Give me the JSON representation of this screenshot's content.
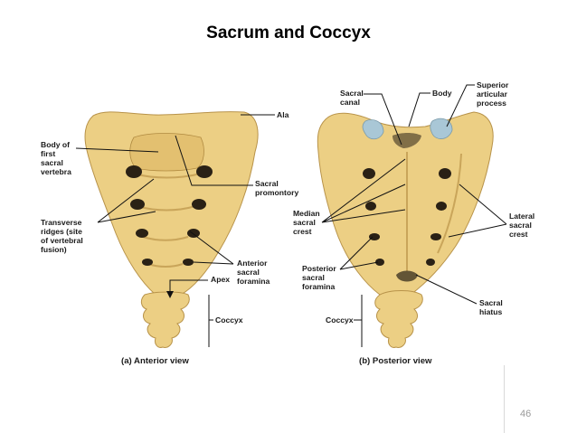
{
  "title": "Sacrum and Coccyx",
  "page_number": "46",
  "anterior": {
    "caption": "(a) Anterior view",
    "labels": {
      "body_first_sacral_vertebra": [
        "Body of",
        "first",
        "sacral",
        "vertebra"
      ],
      "transverse_ridges": [
        "Transverse",
        "ridges (site",
        "of vertebral",
        "fusion)"
      ],
      "ala": "Ala",
      "sacral_promontory": [
        "Sacral",
        "promontory"
      ],
      "anterior_sacral_foramina": [
        "Anterior",
        "sacral",
        "foramina"
      ],
      "apex": "Apex",
      "coccyx": "Coccyx"
    }
  },
  "posterior": {
    "caption": "(b) Posterior view",
    "labels": {
      "sacral_canal": [
        "Sacral",
        "canal"
      ],
      "body": "Body",
      "superior_articular_process": [
        "Superior",
        "articular",
        "process"
      ],
      "median_sacral_crest": [
        "Median",
        "sacral",
        "crest"
      ],
      "lateral_sacral_crest": [
        "Lateral",
        "sacral",
        "crest"
      ],
      "posterior_sacral_foramina": [
        "Posterior",
        "sacral",
        "foramina"
      ],
      "sacral_hiatus": [
        "Sacral",
        "hiatus"
      ],
      "coccyx": "Coccyx"
    }
  },
  "colors": {
    "bone": "#eccf84",
    "bone_outline": "#b8934a",
    "foramen": "#2a2115",
    "facet": "#a9c7d6"
  }
}
